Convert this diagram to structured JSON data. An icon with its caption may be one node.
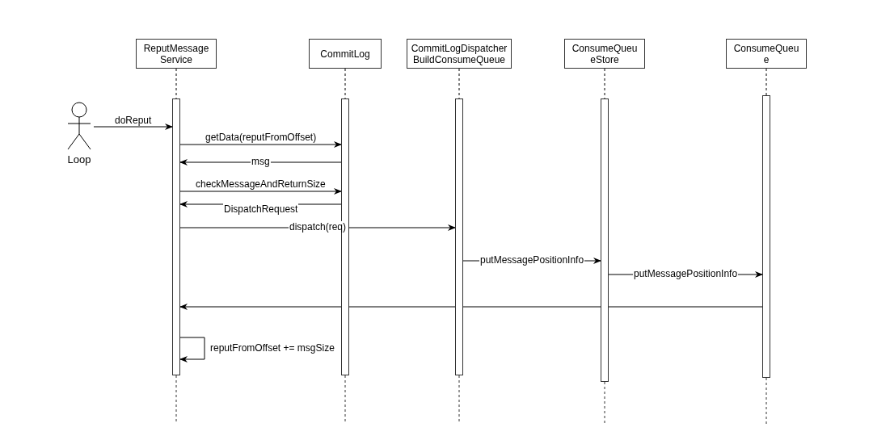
{
  "diagram": {
    "nodes": [
      {
        "text": [
          "ReputMessage Service"
        ]
      },
      {
        "text": [
          "CommitLog"
        ]
      },
      {
        "text": [
          "CommitLogDispatcher BuildConsumeQueue"
        ]
      },
      {
        "text": [
          "ConsumeQueu eStore"
        ]
      },
      {
        "text": [
          "ConsumeQueu e"
        ]
      },
      {
        "text": [],
        "shape": "person",
        "beside": [
          "Loop"
        ]
      },
      {
        "text": [],
        "shape": "bar"
      },
      {
        "text": [],
        "shape": "bar"
      },
      {
        "text": [],
        "shape": "bar"
      },
      {
        "text": [],
        "shape": "bar"
      },
      {
        "text": [],
        "shape": "bar"
      }
    ],
    "edges": [
      {
        "from": 5,
        "to": 6,
        "arrow": "to",
        "label": "doReput"
      },
      {
        "from": 6,
        "to": 7,
        "arrow": "to",
        "label": "getData(reputFromOffset)"
      },
      {
        "from": 7,
        "to": 6,
        "arrow": "to",
        "label": "msg"
      },
      {
        "from": 6,
        "to": 7,
        "arrow": "to",
        "label": "checkMessageAndReturnSize"
      },
      {
        "from": 7,
        "to": 6,
        "arrow": "to",
        "label": "DispatchRequest"
      },
      {
        "from": 6,
        "to": 8,
        "arrow": "to",
        "label": "dispatch(req)"
      },
      {
        "from": 8,
        "to": 9,
        "arrow": "to",
        "label": "putMessagePositionInfo"
      },
      {
        "from": 9,
        "to": 10,
        "arrow": "to",
        "label": "putMessagePositionInfo"
      },
      {
        "from": 10,
        "to": 6,
        "arrow": "to"
      },
      {
        "from": 6,
        "to": 6,
        "arrow": "to",
        "label": "reputFromOffset += msgSize"
      },
      {
        "from": 0,
        "to": 6,
        "arrow": "none",
        "style": "dashed"
      },
      {
        "from": 1,
        "to": 7,
        "arrow": "none",
        "style": "dashed"
      },
      {
        "from": 2,
        "to": 8,
        "arrow": "none",
        "style": "dashed"
      },
      {
        "from": 3,
        "to": 9,
        "arrow": "none",
        "style": "dashed"
      },
      {
        "from": 4,
        "to": 10,
        "arrow": "none",
        "style": "dashed"
      }
    ]
  }
}
